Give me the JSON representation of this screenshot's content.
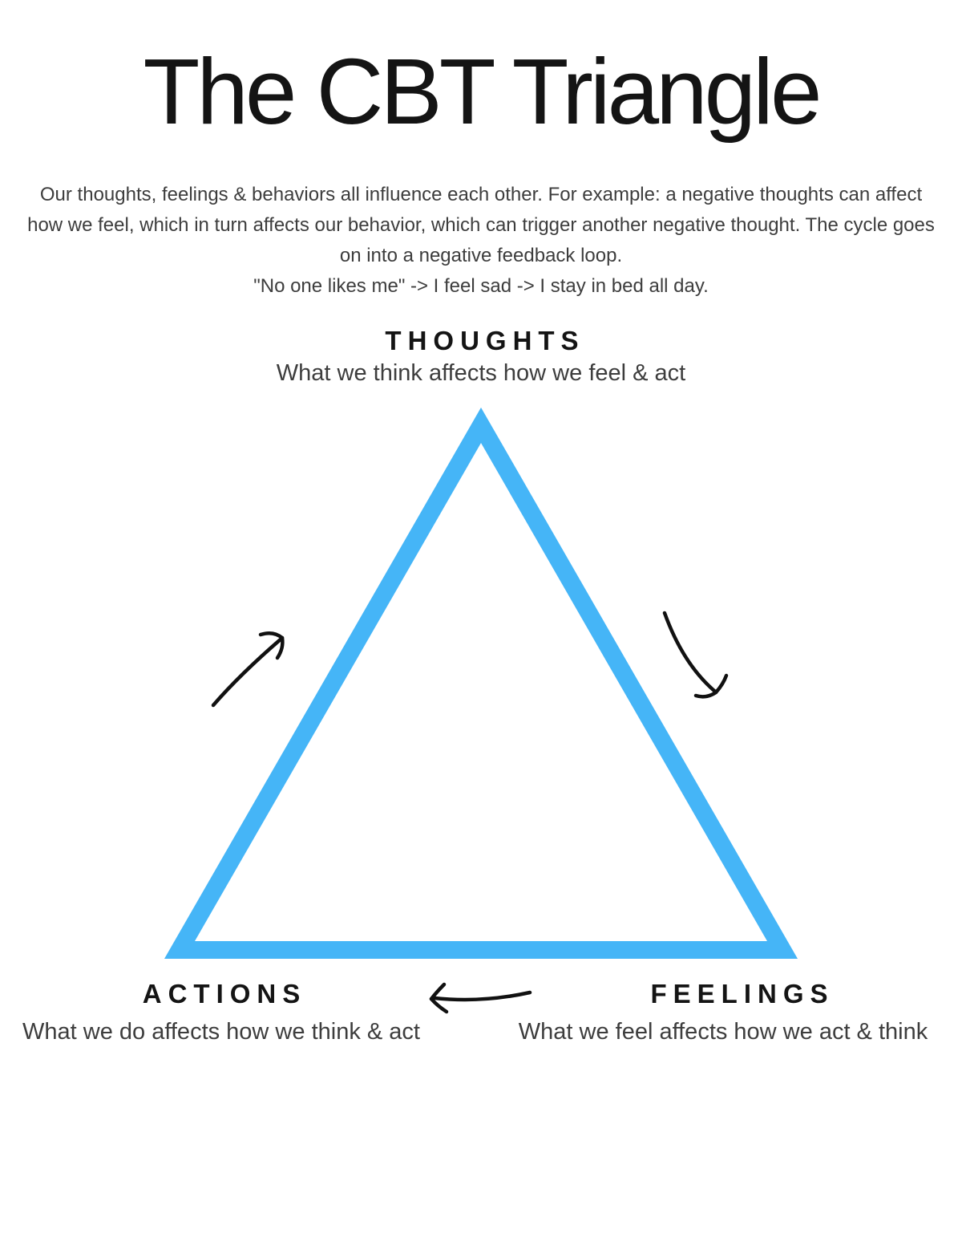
{
  "title": "The CBT Triangle",
  "intro": {
    "line1": "Our thoughts, feelings & behaviors all influence each other. For example: a negative thoughts can affect",
    "line2": "how we feel, which in turn affects our behavior, which can trigger another negative thought. The cycle goes",
    "line3": "on into a negative feedback loop.",
    "line4": "\"No one likes me\" -> I feel sad -> I stay in bed all day."
  },
  "nodes": {
    "thoughts": {
      "label": "THOUGHTS",
      "description": "What we think affects how we feel & act"
    },
    "actions": {
      "label": "ACTIONS",
      "description": "What we do affects how we think & act"
    },
    "feelings": {
      "label": "FEELINGS",
      "description": "What we feel affects how we act & think"
    }
  },
  "colors": {
    "triangle": "#45b5f7",
    "arrow": "#111111",
    "title_text": "#141414",
    "body_text": "#3d3d3d",
    "background": "#ffffff"
  }
}
